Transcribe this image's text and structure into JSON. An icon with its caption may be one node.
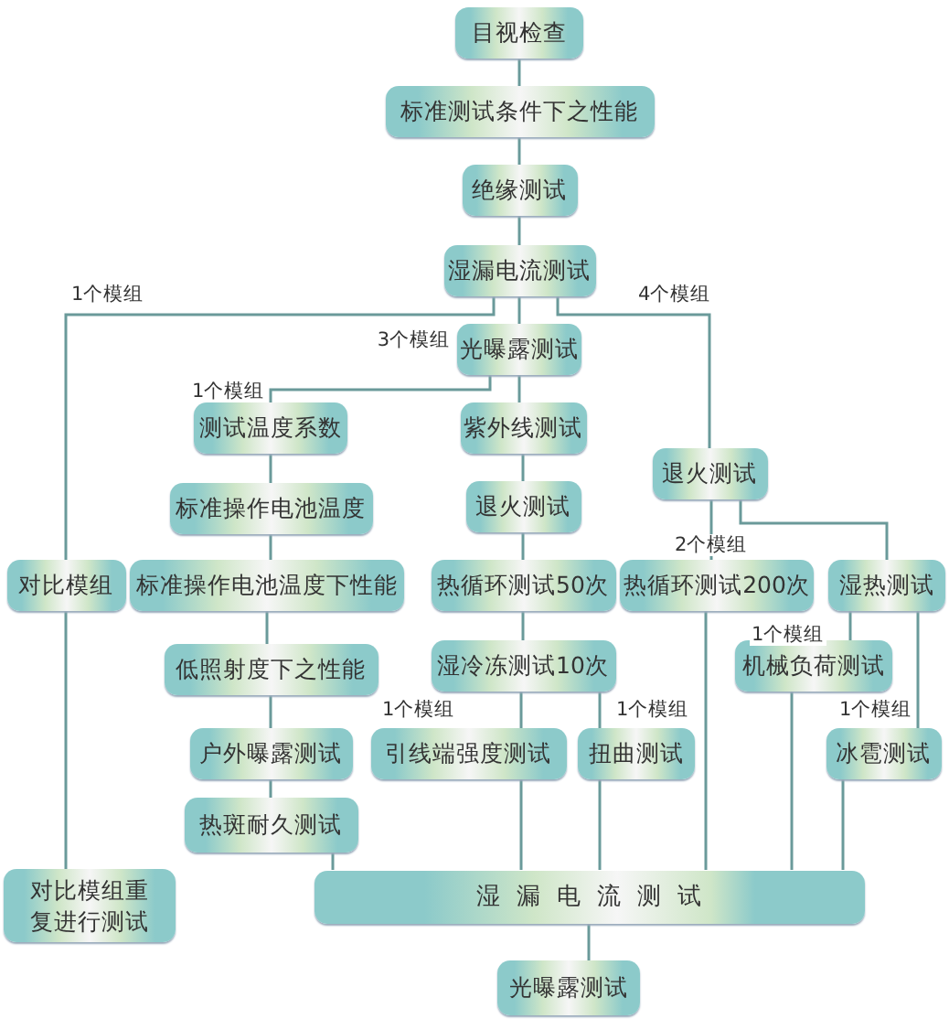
{
  "diagram": {
    "nodes": [
      {
        "text": [
          "目视检查"
        ]
      },
      {
        "text": [
          "标准测试条件下之性能"
        ]
      },
      {
        "text": [
          "绝缘测试"
        ]
      },
      {
        "text": [
          "湿漏电流测试"
        ]
      },
      {
        "text": [
          "光曝露测试"
        ],
        "beside": [
          "3个模组"
        ]
      },
      {
        "text": [
          "测试温度系数"
        ]
      },
      {
        "text": [
          "紫外线测试"
        ]
      },
      {
        "text": [
          "退火测试"
        ]
      },
      {
        "text": [
          "标准操作电池温度"
        ]
      },
      {
        "text": [
          "退火测试"
        ]
      },
      {
        "text": [
          "对比模组"
        ]
      },
      {
        "text": [
          "标准操作电池温度下性能"
        ]
      },
      {
        "text": [
          "热循环测试50次"
        ]
      },
      {
        "text": [
          "热循环测试200次"
        ]
      },
      {
        "text": [
          "湿热测试"
        ]
      },
      {
        "text": [
          "低照射度下之性能"
        ]
      },
      {
        "text": [
          "湿冷冻测试10次"
        ]
      },
      {
        "text": [
          "机械负荷测试"
        ]
      },
      {
        "text": [
          "户外曝露测试"
        ]
      },
      {
        "text": [
          "引线端强度测试"
        ]
      },
      {
        "text": [
          "扭曲测试"
        ]
      },
      {
        "text": [
          "冰雹测试"
        ]
      },
      {
        "text": [
          "热斑耐久测试"
        ]
      },
      {
        "text": [
          "对比模组重复进行测试"
        ]
      },
      {
        "text": [
          "湿漏电流测试"
        ]
      },
      {
        "text": [
          "光曝露测试"
        ]
      }
    ],
    "edges": [
      {
        "from": 0,
        "to": 1,
        "arrow": "none"
      },
      {
        "from": 1,
        "to": 2,
        "arrow": "none"
      },
      {
        "from": 2,
        "to": 3,
        "arrow": "none"
      },
      {
        "from": 3,
        "to": 4,
        "arrow": "none"
      },
      {
        "from": 3,
        "to": 10,
        "arrow": "none",
        "label": "1个模组"
      },
      {
        "from": 3,
        "to": 7,
        "arrow": "none",
        "label": "4个模组"
      },
      {
        "from": 4,
        "to": 5,
        "arrow": "none",
        "label": "1个模组"
      },
      {
        "from": 4,
        "to": 6,
        "arrow": "none"
      },
      {
        "from": 6,
        "to": 9,
        "arrow": "none"
      },
      {
        "from": 9,
        "to": 12,
        "arrow": "none"
      },
      {
        "from": 12,
        "to": 16,
        "arrow": "none"
      },
      {
        "from": 16,
        "to": 19,
        "arrow": "none",
        "label": "1个模组"
      },
      {
        "from": 16,
        "to": 20,
        "arrow": "none",
        "label": "1个模组"
      },
      {
        "from": 5,
        "to": 8,
        "arrow": "none"
      },
      {
        "from": 8,
        "to": 11,
        "arrow": "none"
      },
      {
        "from": 11,
        "to": 15,
        "arrow": "none"
      },
      {
        "from": 15,
        "to": 18,
        "arrow": "none"
      },
      {
        "from": 18,
        "to": 22,
        "arrow": "none"
      },
      {
        "from": 22,
        "to": 24,
        "arrow": "none"
      },
      {
        "from": 10,
        "to": 23,
        "arrow": "none"
      },
      {
        "from": 7,
        "to": 13,
        "arrow": "none",
        "label": "2个模组"
      },
      {
        "from": 7,
        "to": 14,
        "arrow": "none"
      },
      {
        "from": 14,
        "to": 17,
        "arrow": "none",
        "label": "1个模组"
      },
      {
        "from": 14,
        "to": 21,
        "arrow": "none",
        "label": "1个模组"
      },
      {
        "from": 13,
        "to": 24,
        "arrow": "none"
      },
      {
        "from": 17,
        "to": 24,
        "arrow": "none"
      },
      {
        "from": 21,
        "to": 24,
        "arrow": "none"
      },
      {
        "from": 19,
        "to": 24,
        "arrow": "none"
      },
      {
        "from": 20,
        "to": 24,
        "arrow": "none"
      },
      {
        "from": 24,
        "to": 25,
        "arrow": "none"
      }
    ]
  }
}
